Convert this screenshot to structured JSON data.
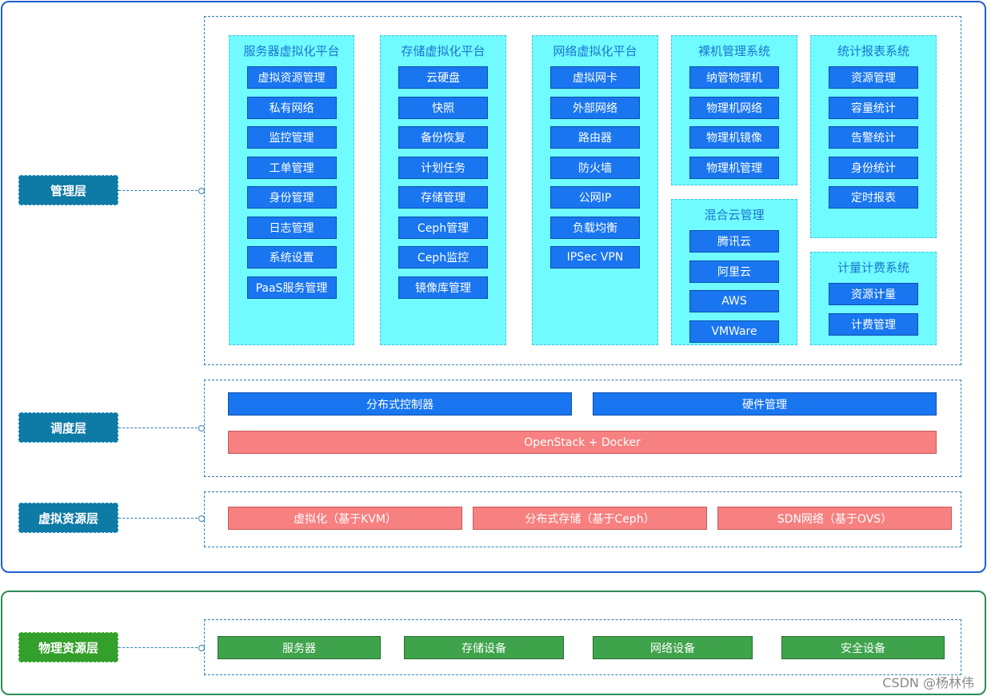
{
  "layers": {
    "management": "管理层",
    "scheduling": "调度层",
    "virtual_resource": "虚拟资源层",
    "physical_resource": "物理资源层"
  },
  "modules": [
    {
      "title": "服务器虚拟化平台",
      "items": [
        "虚拟资源管理",
        "私有网络",
        "监控管理",
        "工单管理",
        "身份管理",
        "日志管理",
        "系统设置",
        "PaaS服务管理"
      ]
    },
    {
      "title": "存储虚拟化平台",
      "items": [
        "云硬盘",
        "快照",
        "备份恢复",
        "计划任务",
        "存储管理",
        "Ceph管理",
        "Ceph监控",
        "镜像库管理"
      ]
    },
    {
      "title": "网络虚拟化平台",
      "items": [
        "虚拟网卡",
        "外部网络",
        "路由器",
        "防火墙",
        "公网IP",
        "负载均衡",
        "IPSec VPN"
      ]
    },
    {
      "title": "裸机管理系统",
      "items": [
        "纳管物理机",
        "物理机网络",
        "物理机镜像",
        "物理机管理"
      ]
    },
    {
      "title": "混合云管理",
      "items": [
        "腾讯云",
        "阿里云",
        "AWS",
        "VMWare"
      ]
    },
    {
      "title": "统计报表系统",
      "items": [
        "资源管理",
        "容量统计",
        "告警统计",
        "身份统计",
        "定时报表"
      ]
    },
    {
      "title": "计量计费系统",
      "items": [
        "资源计量",
        "计费管理"
      ]
    }
  ],
  "scheduling": {
    "distributed_controller": "分布式控制器",
    "hardware_management": "硬件管理",
    "openstack_docker": "OpenStack + Docker"
  },
  "virtual_resources": [
    "虚拟化（基于KVM）",
    "分布式存储（基于Ceph）",
    "SDN网络（基于OVS）"
  ],
  "physical_resources": [
    "服务器",
    "存储设备",
    "网络设备",
    "安全设备"
  ],
  "watermark": "CSDN @杨林伟"
}
